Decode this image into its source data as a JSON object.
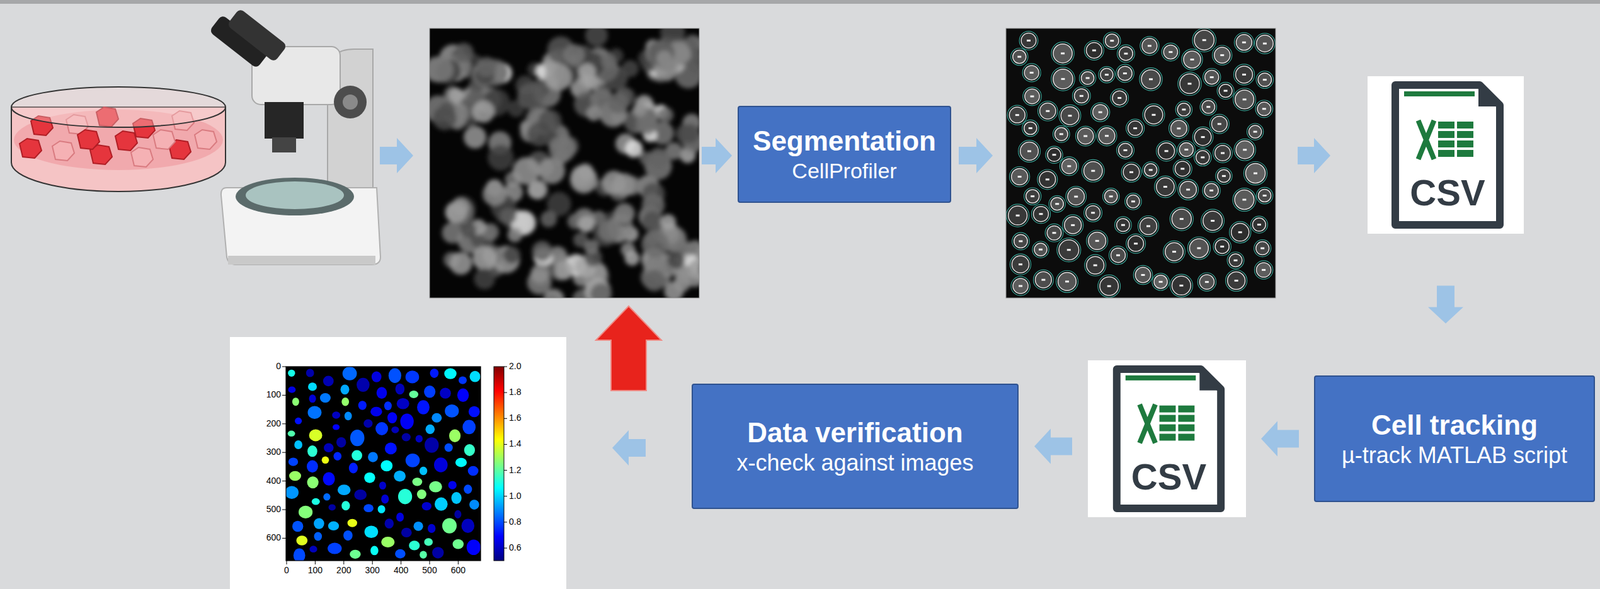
{
  "diagram": {
    "nodes": [
      {
        "text": [
          "Segmentation",
          "CellProfiler"
        ]
      },
      {
        "text": [
          "CSV"
        ]
      },
      {
        "text": [
          "Cell tracking",
          "µ-track MATLAB script"
        ]
      },
      {
        "text": [
          "CSV"
        ]
      },
      {
        "text": [
          "Data verification",
          "x-check against images"
        ]
      }
    ],
    "edges": [
      {
        "from": 1,
        "to": 2,
        "arrow": "to"
      },
      {
        "from": 2,
        "to": 3,
        "arrow": "to"
      },
      {
        "from": 3,
        "to": 4,
        "arrow": "to"
      }
    ],
    "labels": [
      "0",
      "100",
      "200",
      "300",
      "400",
      "500",
      "600",
      "0",
      "100",
      "200",
      "300",
      "400",
      "500",
      "600",
      "2.0",
      "1.8",
      "1.6",
      "1.4",
      "1.2",
      "1.0",
      "0.8",
      "0.6"
    ]
  }
}
